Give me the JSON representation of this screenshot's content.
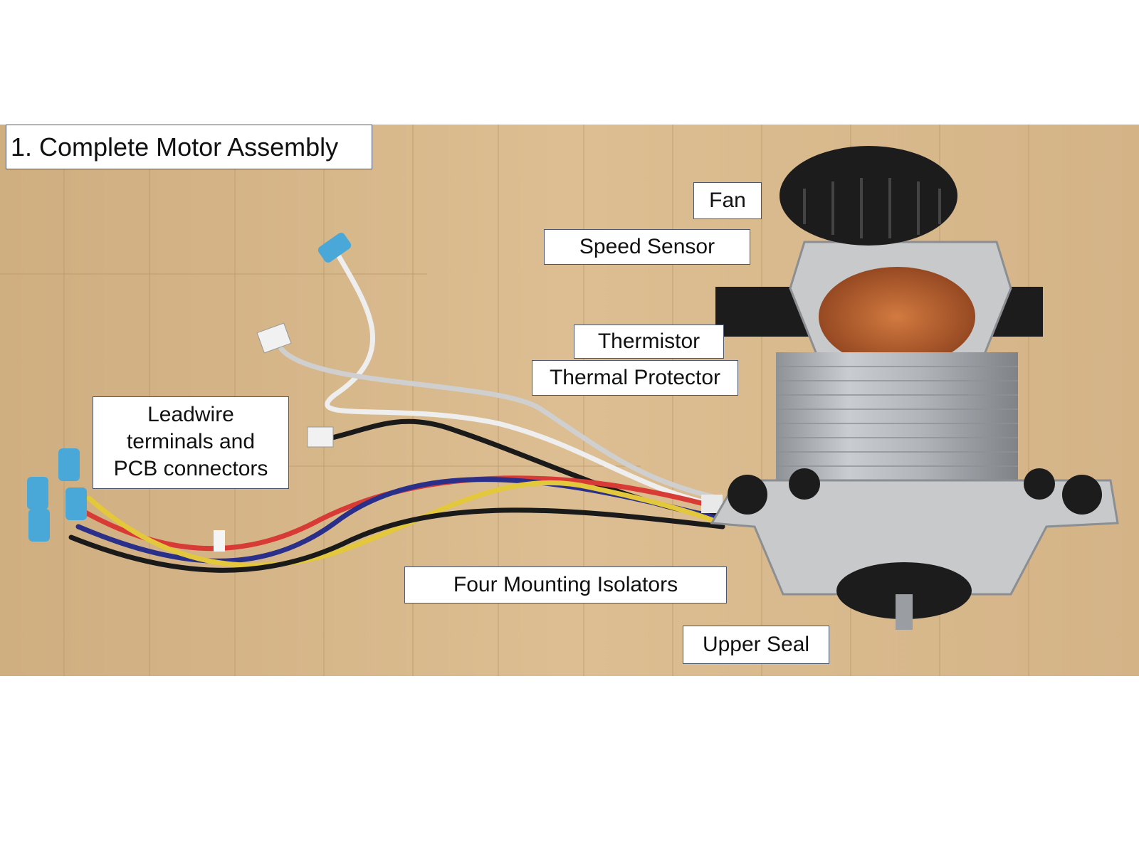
{
  "title": "1. Complete Motor Assembly",
  "labels": {
    "fan": "Fan",
    "speed_sensor": "Speed Sensor",
    "thermistor": "Thermistor",
    "thermal_protector": "Thermal Protector",
    "leadwire_lines": [
      "Leadwire",
      "terminals and",
      "PCB connectors"
    ],
    "mounting_isolators": "Four Mounting Isolators",
    "upper_seal": "Upper Seal"
  },
  "colors": {
    "wood": "#d9b98c",
    "wire_red": "#d83a35",
    "wire_yellow": "#e2c83a",
    "wire_black": "#1a1a1a",
    "wire_blue": "#2a2f8a",
    "wire_white": "#eeeeee",
    "terminal_blue": "#4aa8d8",
    "copper": "#b5602e",
    "steel": "#b8bcc0",
    "aluminum": "#c7c9cb",
    "plastic_black": "#1c1c1c"
  }
}
